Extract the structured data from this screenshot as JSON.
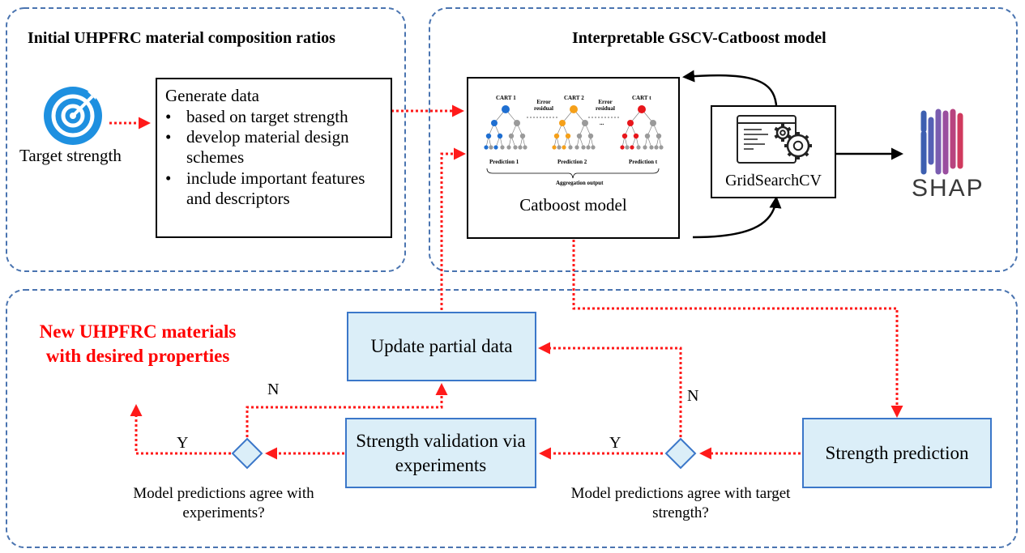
{
  "sections": {
    "initial_title": "Initial UHPFRC material composition ratios",
    "model_title": "Interpretable GSCV-Catboost model"
  },
  "target": {
    "label": "Target strength",
    "icon": "target-icon"
  },
  "generate": {
    "title": "Generate data",
    "items": [
      "based on target strength",
      "develop material design schemes",
      "include important features and descriptors"
    ]
  },
  "catboost": {
    "label": "Catboost model",
    "trees": [
      "CART 1",
      "CART 2",
      "CART t"
    ],
    "predictions": [
      "Prediction 1",
      "Prediction 2",
      "Prediction t"
    ],
    "error_label": "Error residual",
    "ellipsis": "...",
    "aggregation": "Aggregation output"
  },
  "gridsearch": {
    "label": "GridSearchCV"
  },
  "shap": {
    "label": "SHAP"
  },
  "boxes": {
    "update": "Update partial data",
    "validation": "Strength validation via experiments",
    "prediction": "Strength prediction"
  },
  "decisions": {
    "experiments_q": "Model predictions agree with experiments?",
    "target_q": "Model predictions agree with target strength?",
    "yes": "Y",
    "no": "N"
  },
  "result": {
    "label": "New UHPFRC materials with desired properties"
  },
  "colors": {
    "dashed_border": "#4a74b0",
    "red_arrow": "#ff1a1a",
    "box_fill": "#dbeef8",
    "box_border": "#3b77c9",
    "target_blue": "#1e90e0",
    "tree_blue": "#1f6fd1",
    "tree_orange": "#f5a01a",
    "tree_red": "#e8161b",
    "tree_gray": "#9a9a9a"
  }
}
